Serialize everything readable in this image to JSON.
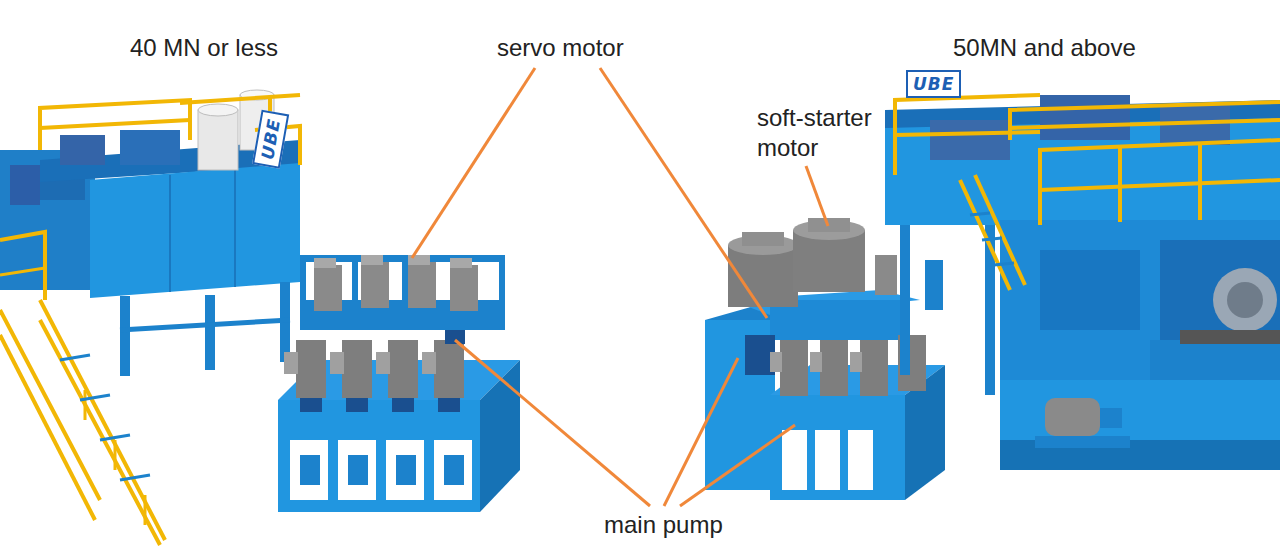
{
  "diagram": {
    "labels": [
      "40 MN or less",
      "servo motor",
      "50MN and above",
      "UBE",
      "soft-starter motor",
      "UBE",
      "main pump"
    ]
  }
}
